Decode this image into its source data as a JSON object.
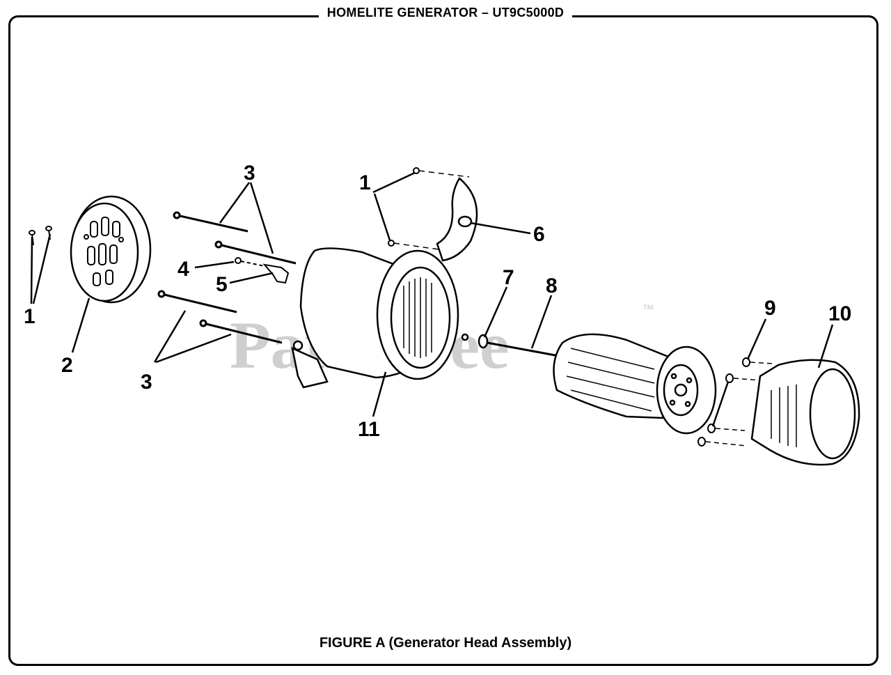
{
  "header": {
    "title": "HOMELITE GENERATOR – UT9C5000D"
  },
  "figure": {
    "caption": "FIGURE A (Generator Head Assembly)"
  },
  "watermark": {
    "text": "PartsTree",
    "tm": "™"
  },
  "callouts": {
    "c1_left": "1",
    "c2": "2",
    "c3_top": "3",
    "c3_bottom": "3",
    "c4": "4",
    "c5": "5",
    "c1_top": "1",
    "c6": "6",
    "c7": "7",
    "c8": "8",
    "c9": "9",
    "c10": "10",
    "c11": "11"
  }
}
